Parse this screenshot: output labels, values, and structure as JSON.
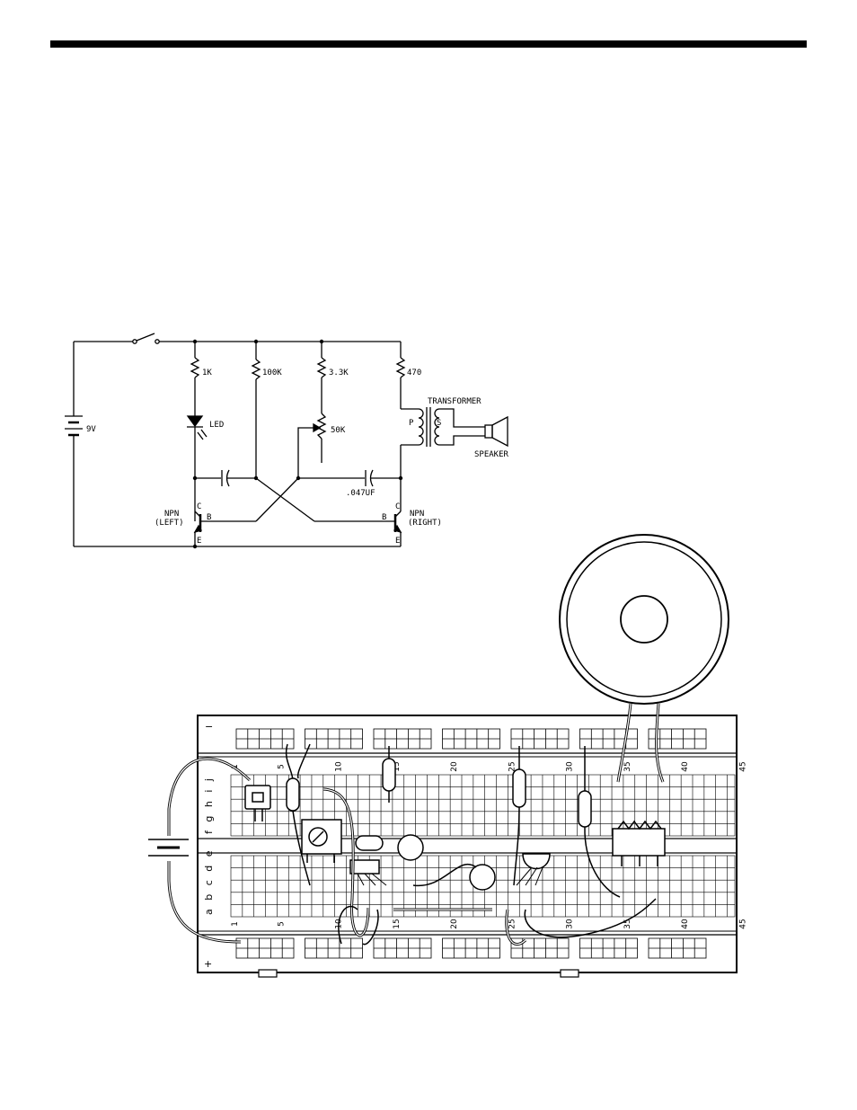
{
  "schematic": {
    "battery_label": "9V",
    "r1_label": "1K",
    "r2_label": "100K",
    "r3_label": "3.3K",
    "r4_label": "470",
    "pot_label": "50K",
    "led_label": "LED",
    "cap_label": ".047UF",
    "transformer_label": "TRANSFORMER",
    "primary_label": "P",
    "secondary_label": "S",
    "speaker_label": "SPEAKER",
    "left_transistor": {
      "name": "NPN",
      "side": "(LEFT)",
      "collector": "C",
      "base": "B",
      "emitter": "E"
    },
    "right_transistor": {
      "name": "NPN",
      "side": "(RIGHT)",
      "collector": "C",
      "base": "B",
      "emitter": "E"
    }
  },
  "breadboard": {
    "minus_rail": "−",
    "plus_rail": "+",
    "top_numbers": [
      "1",
      "5",
      "10",
      "15",
      "20",
      "25",
      "30",
      "35",
      "40",
      "45"
    ],
    "bottom_numbers": [
      "1",
      "5",
      "10",
      "15",
      "20",
      "25",
      "30",
      "35",
      "40",
      "45"
    ],
    "top_rows": "f g h i j",
    "bottom_rows": "a b c d e"
  }
}
